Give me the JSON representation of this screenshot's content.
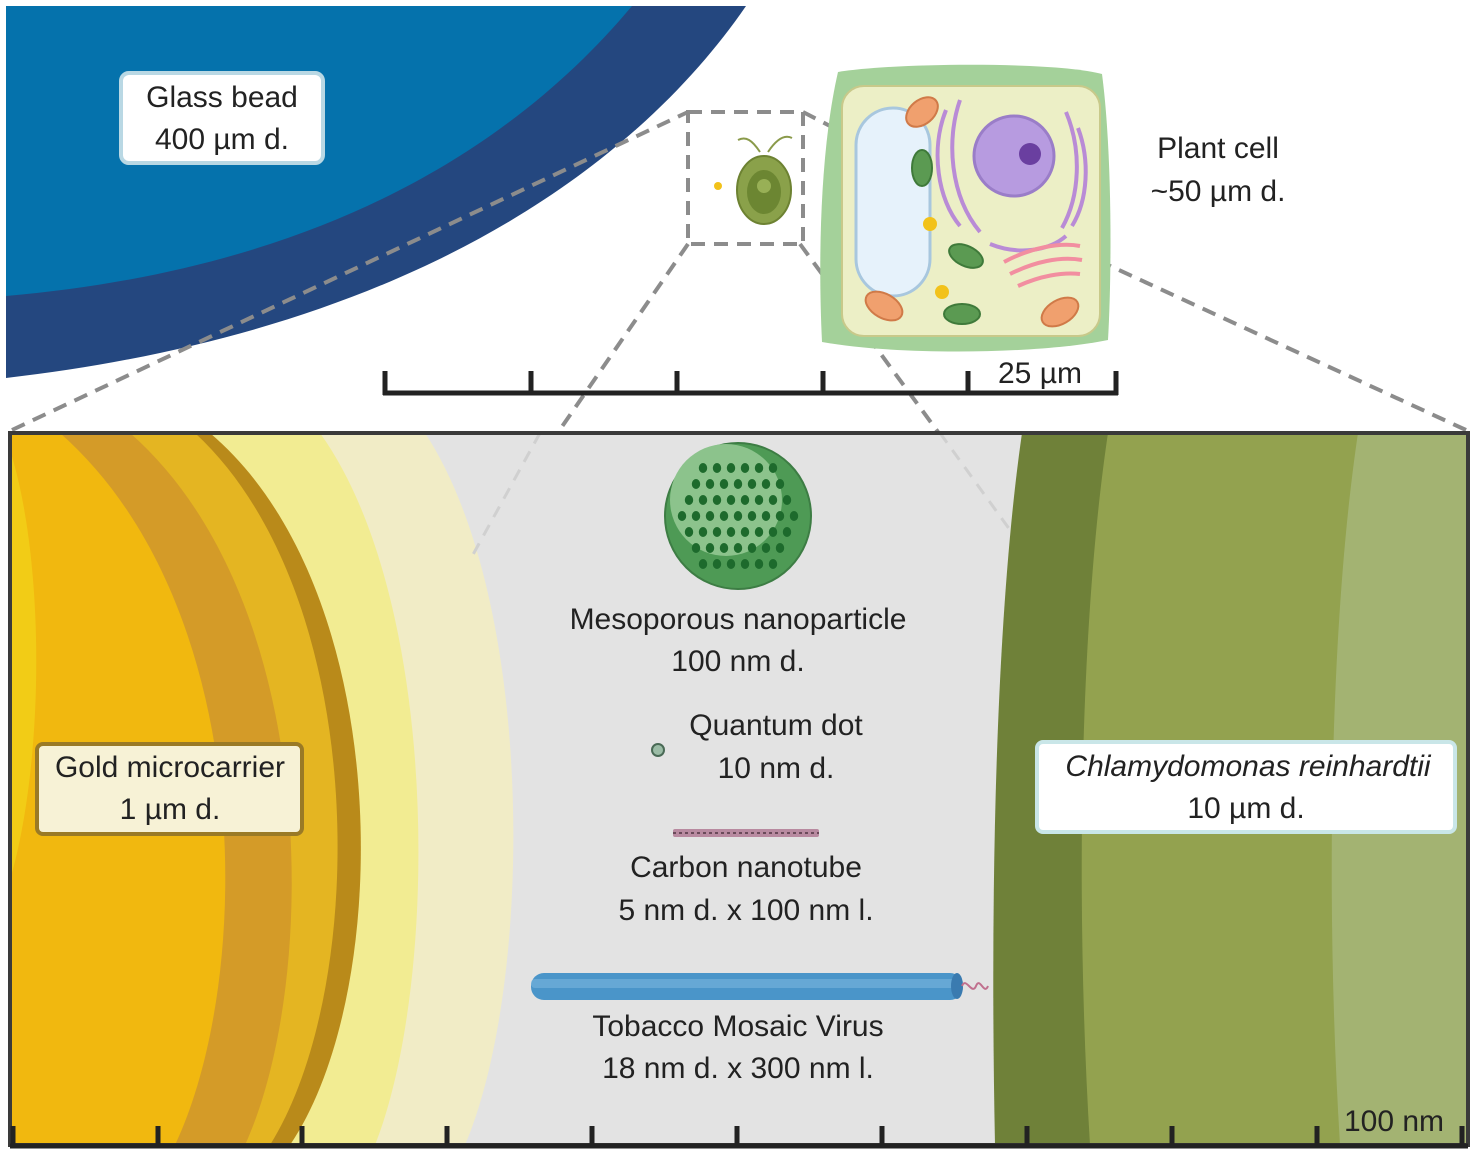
{
  "colors": {
    "glass_outer": "#24477f",
    "glass_inner": "#0572ac",
    "gold": "#f1b80f",
    "gold_dark": "#b98a1a",
    "pale_yellow": "#f2ec92",
    "panel_gray": "#e3e3e3",
    "algae_dark": "#6f8139",
    "algae_mid": "#93a24f",
    "algae_light": "#a3b372",
    "nanoparticle": "#4e9a55",
    "virus": "#4a95c9",
    "scale_bar": "#222222"
  },
  "glass_bead": {
    "name": "Glass bead",
    "size": "400 µm d."
  },
  "plant_cell": {
    "name": "Plant cell",
    "size": "~50 µm d."
  },
  "top_scale": {
    "label": "25 µm"
  },
  "gold_microcarrier": {
    "name": "Gold microcarrier",
    "size": "1 µm d."
  },
  "chlamydomonas": {
    "name": "Chlamydomonas reinhardtii",
    "size": "10 µm d."
  },
  "mesoporous_nanoparticle": {
    "name": "Mesoporous nanoparticle",
    "size": "100 nm d."
  },
  "quantum_dot": {
    "name": "Quantum dot",
    "size": "10 nm d."
  },
  "carbon_nanotube": {
    "name": "Carbon nanotube",
    "size": "5 nm d. x 100 nm l."
  },
  "tobacco_mosaic_virus": {
    "name": "Tobacco Mosaic Virus",
    "size": "18 nm d. x 300 nm l."
  },
  "bottom_scale": {
    "label": "100 nm"
  }
}
